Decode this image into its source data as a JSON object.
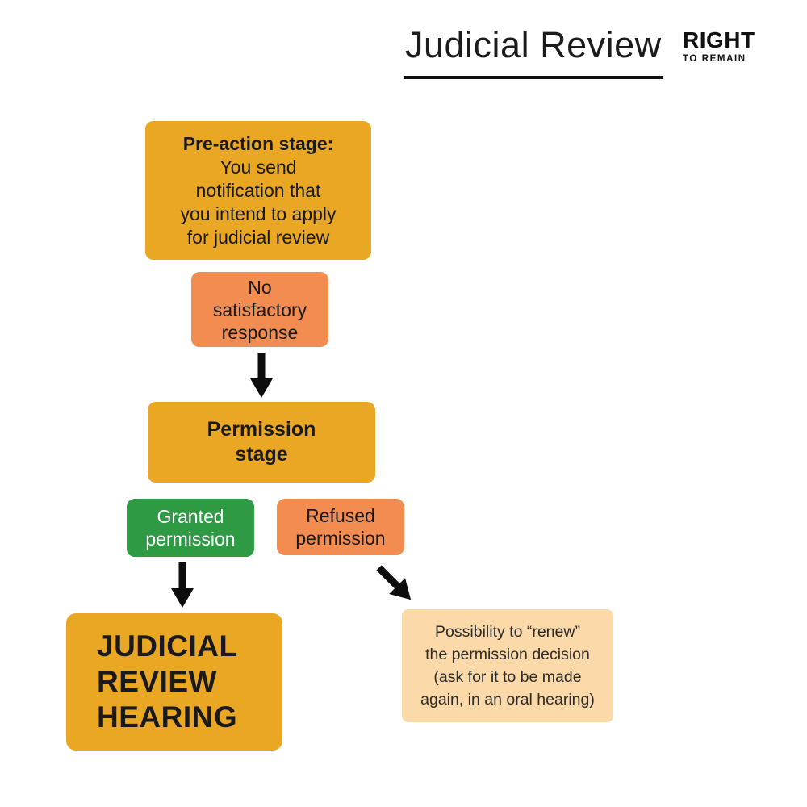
{
  "header": {
    "title": "Judicial Review",
    "logo_line1": "RIGHT",
    "logo_line2": "TO REMAIN"
  },
  "colors": {
    "background": "#FFFFFF",
    "yellow_box": "#E9A724",
    "orange_box": "#F28C50",
    "green_box": "#2E9A44",
    "peach_box": "#FBD9A9",
    "arrow_black": "#0D0D0D",
    "text_black": "#1A1A1A",
    "text_white": "#FFFFFF"
  },
  "flowchart": {
    "pre_action": {
      "heading": "Pre-action stage:",
      "lines": [
        "You send",
        "notification that",
        "you intend to apply",
        "for judicial review"
      ]
    },
    "no_response": {
      "lines": [
        "No",
        "satisfactory",
        "response"
      ]
    },
    "permission": {
      "lines": [
        "Permission",
        "stage"
      ]
    },
    "granted": {
      "lines": [
        "Granted",
        "permission"
      ]
    },
    "refused": {
      "lines": [
        "Refused",
        "permission"
      ]
    },
    "hearing": {
      "lines": [
        "JUDICIAL",
        "REVIEW",
        "HEARING"
      ]
    },
    "renew": {
      "lines": [
        "Possibility to “renew”",
        "the permission decision",
        "(ask for it to be made",
        "again, in an oral hearing)"
      ]
    }
  }
}
